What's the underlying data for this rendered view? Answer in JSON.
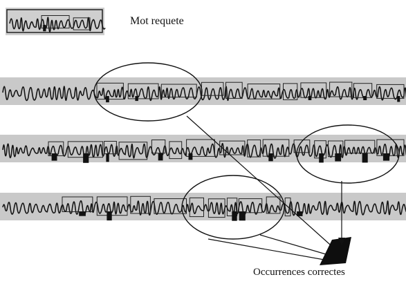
{
  "labels": {
    "query_word": "Mot requete",
    "correct_occurrences": "Occurrences correctes"
  },
  "line_count": 3,
  "colors": {
    "band": "#c9c9c9",
    "ink": "#111111",
    "box": "#222222"
  }
}
